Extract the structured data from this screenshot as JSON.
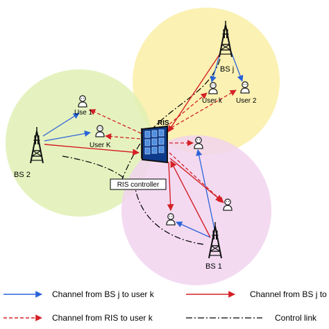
{
  "cells": [
    {
      "color": "#f9efa6",
      "name": "bs-j-cell"
    },
    {
      "color": "#e1f0b4",
      "name": "bs-2-cell"
    },
    {
      "color": "#f1d4ef",
      "name": "bs-1-cell"
    }
  ],
  "base_stations": {
    "bs_j": "BS j",
    "bs_2": "BS 2",
    "bs_1": "BS 1"
  },
  "users": {
    "user_k_top": "User k",
    "user_2": "User 2",
    "use_1": "Use 1",
    "user_K": "User K"
  },
  "ris": {
    "label": "RIS",
    "controller": "RIS controller"
  },
  "legend": {
    "blue_label": "Channel from BS j to user k",
    "red_solid_label": "Channel from BS j to",
    "red_dashed_label": "Channel from RIS to user k",
    "control_label": "Control link"
  },
  "colors": {
    "direct_channel": "#2a63d9",
    "bs_ris_channel": "#d42026",
    "ris_user_channel": "#d42026",
    "control_link": "#000000"
  }
}
